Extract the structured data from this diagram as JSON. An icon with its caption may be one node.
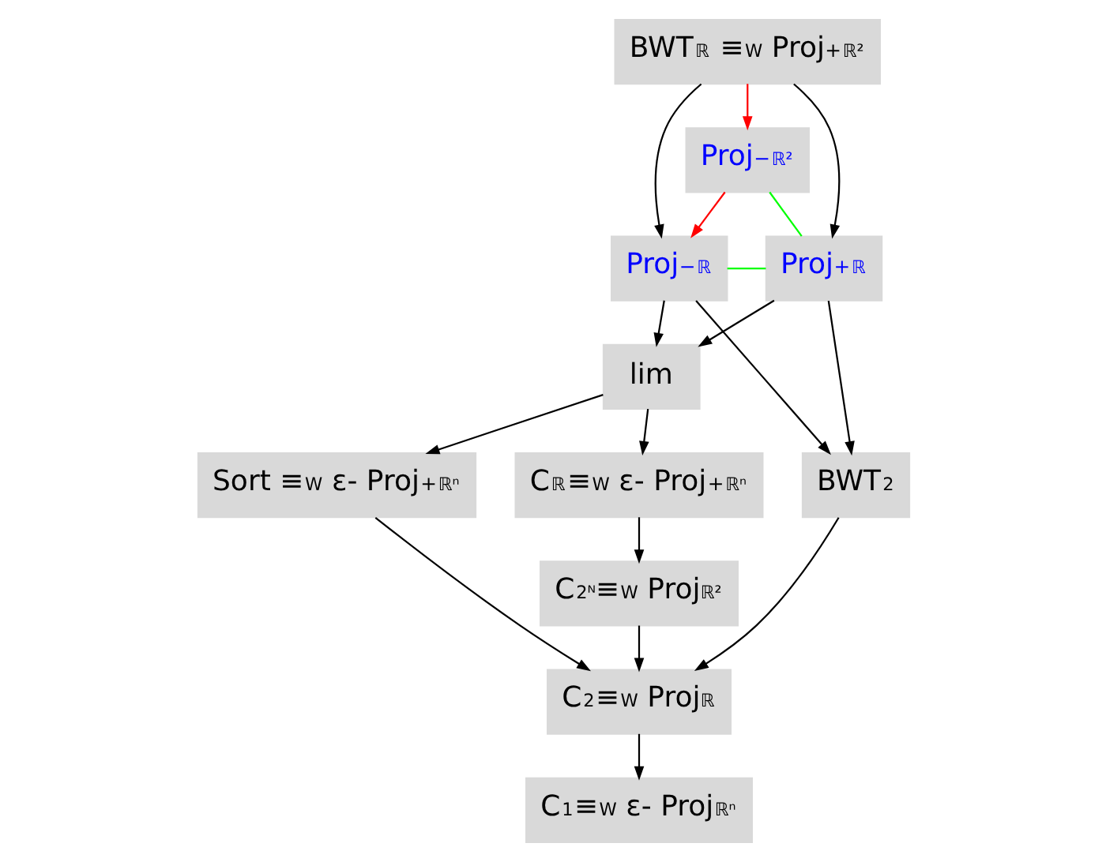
{
  "diagram": {
    "nodes": [
      {
        "text": [
          "BWT$_{ℝ}$ ≡$_{W}$ Proj$^{+}$$_{ℝ²}$"
        ]
      },
      {
        "text": [
          "Proj$^{−}$$_{ℝ²}$"
        ]
      },
      {
        "text": [
          "Proj$^{−}$$_{ℝ}$"
        ]
      },
      {
        "text": [
          "Proj$^{+}$$_{ℝ}$"
        ]
      },
      {
        "text": [
          "lim"
        ]
      },
      {
        "text": [
          "Sort ≡$_{W}$ ε- Proj$^{+}$$_{ℝⁿ}$"
        ]
      },
      {
        "text": [
          "C$_{ℝ}$≡$_{W}$ ε- Proj$^{+}$$_{ℝⁿ}$"
        ]
      },
      {
        "text": [
          "BWT$_{2}$"
        ]
      },
      {
        "text": [
          "C$_{2ᴺ}$≡$_{W}$ Proj$_{ℝ²}$"
        ]
      },
      {
        "text": [
          "C$_{2}$≡$_{W}$ Proj$_{ℝ}$"
        ]
      },
      {
        "text": [
          "C$_{1}$≡$_{W}$ ε- Proj$_{ℝⁿ}$"
        ]
      }
    ],
    "edges": [
      {
        "from": 0,
        "to": 1,
        "arrow": "to",
        "color": "#ff0000"
      },
      {
        "from": 0,
        "to": 2,
        "arrow": "to"
      },
      {
        "from": 0,
        "to": 3,
        "arrow": "to"
      },
      {
        "from": 1,
        "to": 2,
        "arrow": "to",
        "color": "#ff0000"
      },
      {
        "from": 1,
        "to": 3,
        "arrow": "none",
        "color": "#00ff00"
      },
      {
        "from": 2,
        "to": 3,
        "arrow": "none",
        "color": "#00ff00"
      },
      {
        "from": 2,
        "to": 4,
        "arrow": "to"
      },
      {
        "from": 3,
        "to": 4,
        "arrow": "to"
      },
      {
        "from": 2,
        "to": 7,
        "arrow": "to"
      },
      {
        "from": 3,
        "to": 7,
        "arrow": "to"
      },
      {
        "from": 4,
        "to": 5,
        "arrow": "to"
      },
      {
        "from": 4,
        "to": 6,
        "arrow": "to"
      },
      {
        "from": 6,
        "to": 8,
        "arrow": "to"
      },
      {
        "from": 5,
        "to": 9,
        "arrow": "to"
      },
      {
        "from": 8,
        "to": 9,
        "arrow": "to"
      },
      {
        "from": 7,
        "to": 9,
        "arrow": "to"
      },
      {
        "from": 9,
        "to": 10,
        "arrow": "to"
      }
    ]
  }
}
